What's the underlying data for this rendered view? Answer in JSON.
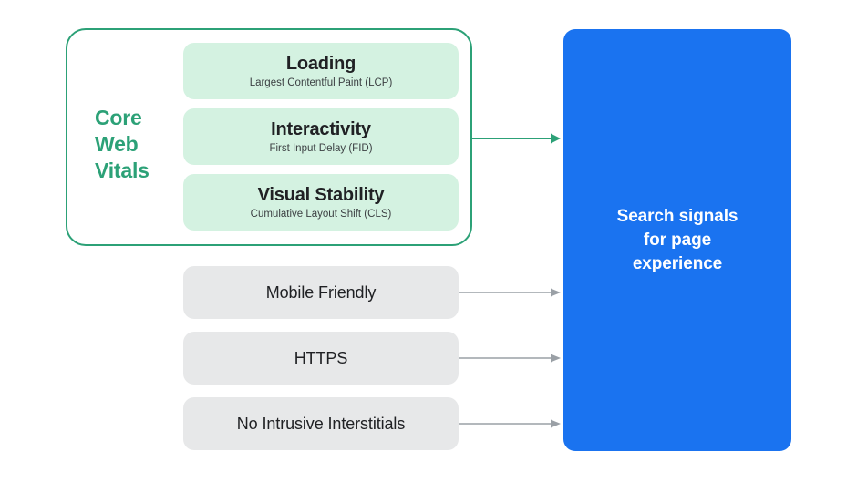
{
  "diagram": {
    "title": "Search signals for page experience",
    "colors": {
      "green_accent": "#2CA177",
      "green_card_bg": "#D4F2E1",
      "grey_box_bg": "#E7E8E9",
      "blue_panel": "#1A73F0",
      "arrow_grey": "#9AA0A6",
      "text_dark": "#202124",
      "text_white": "#FFFFFF"
    }
  },
  "core_web_vitals": {
    "label_lines": [
      "Core",
      "Web",
      "Vitals"
    ],
    "label_full": "Core Web Vitals",
    "metrics": [
      {
        "title": "Loading",
        "subtitle": "Largest Contentful Paint (LCP)",
        "abbr": "LCP"
      },
      {
        "title": "Interactivity",
        "subtitle": "First Input Delay (FID)",
        "abbr": "FID"
      },
      {
        "title": "Visual Stability",
        "subtitle": "Cumulative Layout Shift (CLS)",
        "abbr": "CLS"
      }
    ]
  },
  "other_signals": [
    {
      "label": "Mobile Friendly"
    },
    {
      "label": "HTTPS"
    },
    {
      "label": "No Intrusive Interstitials"
    }
  ],
  "search_signals": {
    "lines": [
      "Search signals",
      "for page",
      "experience"
    ],
    "full_text": "Search signals for page experience"
  },
  "arrows": [
    {
      "name": "core-web-vitals-arrow",
      "color": "#2CA177"
    },
    {
      "name": "mobile-friendly-arrow",
      "color": "#9AA0A6"
    },
    {
      "name": "https-arrow",
      "color": "#9AA0A6"
    },
    {
      "name": "no-intrusive-interstitials-arrow",
      "color": "#9AA0A6"
    }
  ]
}
